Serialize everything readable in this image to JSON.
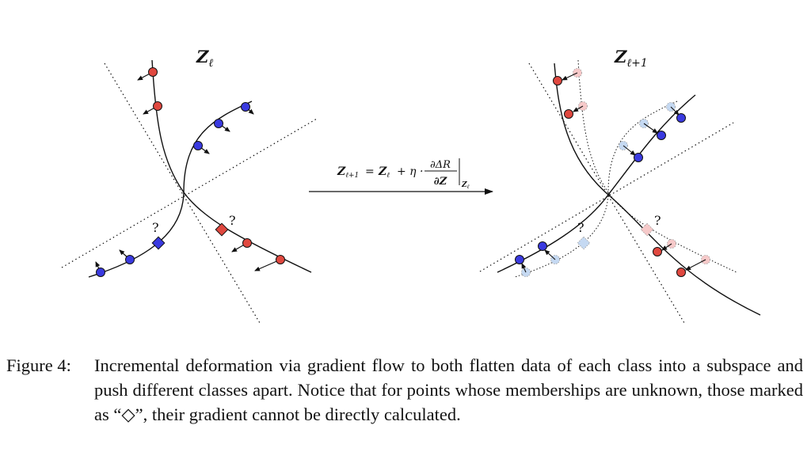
{
  "figure": {
    "left_title": {
      "base": "Z",
      "sub": "ℓ"
    },
    "right_title": {
      "base": "Z",
      "sub": "ℓ+1"
    },
    "equation": {
      "lhs": "Z",
      "lhs_sub": "ℓ+1",
      "eq": "=",
      "z": "Z",
      "z_sub": "ℓ",
      "plus_eta": "+ η ·",
      "numerator": "∂ΔR",
      "denominator": "∂Z",
      "eval_sub": "Z",
      "eval_sub_sub": "ℓ"
    },
    "unknown_marker": "?",
    "colors": {
      "red": "#e0483f",
      "blue": "#3a3ae0",
      "light_red": "#f6c9c9",
      "light_blue": "#c5d9f2",
      "line": "#111111"
    }
  },
  "caption": {
    "label": "Figure 4:",
    "text": "Incremental deformation via gradient flow to both flatten data of each class into a subspace and push different classes apart. Notice that for points whose memberships are unknown, those marked as “◇”, their gradient cannot be directly calculated."
  }
}
